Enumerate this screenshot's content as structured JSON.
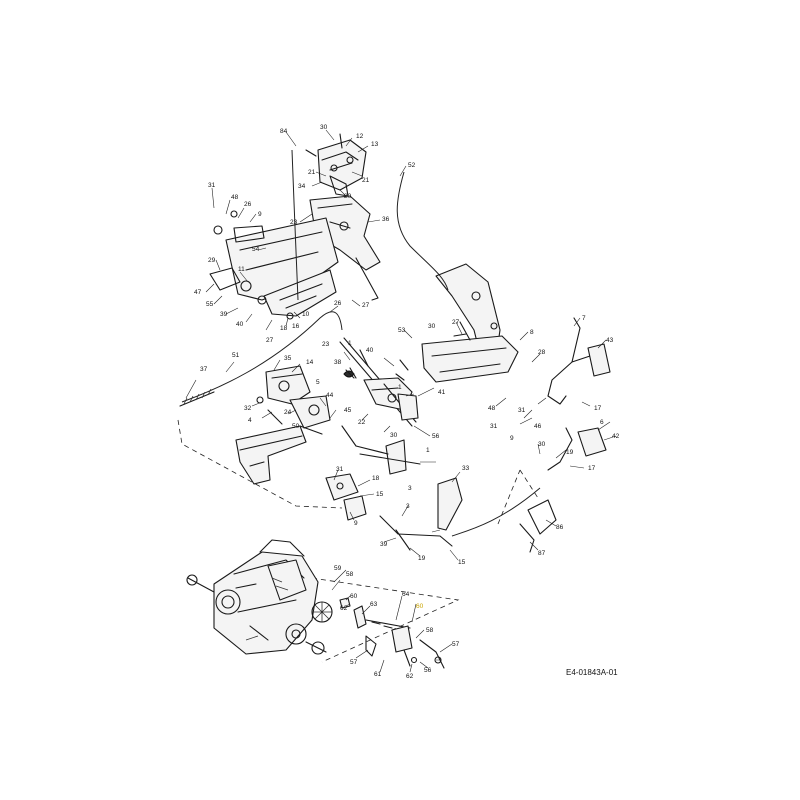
{
  "drawing_code": "E4-01843A-01",
  "callouts": [
    {
      "label": "84"
    },
    {
      "label": "30"
    },
    {
      "label": "12"
    },
    {
      "label": "13"
    },
    {
      "label": "21"
    },
    {
      "label": "34"
    },
    {
      "label": "21"
    },
    {
      "label": "20"
    },
    {
      "label": "52"
    },
    {
      "label": "31"
    },
    {
      "label": "48"
    },
    {
      "label": "26"
    },
    {
      "label": "9"
    },
    {
      "label": "23"
    },
    {
      "label": "36"
    },
    {
      "label": "54"
    },
    {
      "label": "29"
    },
    {
      "label": "11"
    },
    {
      "label": "47"
    },
    {
      "label": "55"
    },
    {
      "label": "39"
    },
    {
      "label": "40"
    },
    {
      "label": "16"
    },
    {
      "label": "10"
    },
    {
      "label": "27"
    },
    {
      "label": "18"
    },
    {
      "label": "26"
    },
    {
      "label": "27"
    },
    {
      "label": "27"
    },
    {
      "label": "53"
    },
    {
      "label": "30"
    },
    {
      "label": "7"
    },
    {
      "label": "43"
    },
    {
      "label": "8"
    },
    {
      "label": "28"
    },
    {
      "label": "1"
    },
    {
      "label": "23"
    },
    {
      "label": "40"
    },
    {
      "label": "37"
    },
    {
      "label": "51"
    },
    {
      "label": "35"
    },
    {
      "label": "14"
    },
    {
      "label": "5"
    },
    {
      "label": "38"
    },
    {
      "label": "1"
    },
    {
      "label": "41"
    },
    {
      "label": "32"
    },
    {
      "label": "4"
    },
    {
      "label": "24"
    },
    {
      "label": "50"
    },
    {
      "label": "44"
    },
    {
      "label": "45"
    },
    {
      "label": "22"
    },
    {
      "label": "30"
    },
    {
      "label": "56"
    },
    {
      "label": "48"
    },
    {
      "label": "31"
    },
    {
      "label": "31"
    },
    {
      "label": "46"
    },
    {
      "label": "17"
    },
    {
      "label": "6"
    },
    {
      "label": "42"
    },
    {
      "label": "9"
    },
    {
      "label": "30"
    },
    {
      "label": "19"
    },
    {
      "label": "17"
    },
    {
      "label": "1"
    },
    {
      "label": "31"
    },
    {
      "label": "18"
    },
    {
      "label": "9"
    },
    {
      "label": "33"
    },
    {
      "label": "3"
    },
    {
      "label": "15"
    },
    {
      "label": "3"
    },
    {
      "label": "86"
    },
    {
      "label": "39"
    },
    {
      "label": "19"
    },
    {
      "label": "15"
    },
    {
      "label": "87"
    },
    {
      "label": "59"
    },
    {
      "label": "58"
    },
    {
      "label": "60"
    },
    {
      "label": "62"
    },
    {
      "label": "63"
    },
    {
      "label": "64"
    },
    {
      "label": "60"
    },
    {
      "label": "58"
    },
    {
      "label": "57"
    },
    {
      "label": "57"
    },
    {
      "label": "61"
    },
    {
      "label": "62"
    },
    {
      "label": "56"
    }
  ]
}
